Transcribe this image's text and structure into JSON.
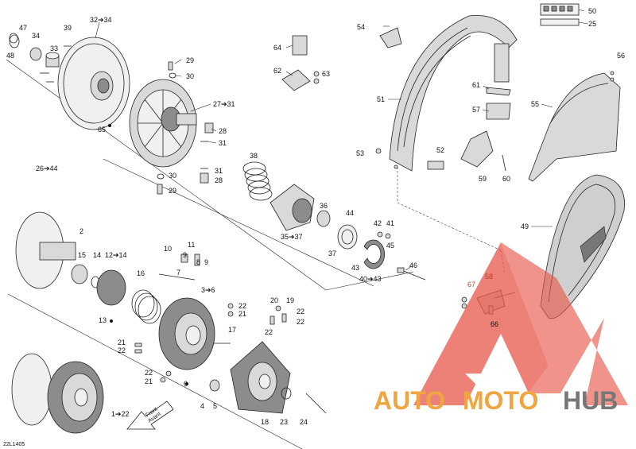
{
  "diagram_code": "22L1405",
  "callouts": {
    "c47": "47",
    "c48": "48",
    "c34": "34",
    "c33": "33",
    "c39": "39",
    "c32": "32➔34",
    "c29a": "29",
    "c30a": "30",
    "c27": "27➔31",
    "c28a": "28",
    "c31a": "31",
    "c65": "65",
    "c26": "26➔44",
    "c38": "38",
    "c31b": "31",
    "c28b": "28",
    "c30b": "30",
    "c29b": "29",
    "c36": "36",
    "c44": "44",
    "c42": "42",
    "c41": "41",
    "c35": "35➔37",
    "c37": "37",
    "c45": "45",
    "c43": "43",
    "c40": "40➔43",
    "c46": "46",
    "c2": "2",
    "c15": "15",
    "c14": "14",
    "c12": "12➔14",
    "c16": "16",
    "c13": "13",
    "c10": "10",
    "c11": "11",
    "c7": "7",
    "c8": "8",
    "c9": "9",
    "c3": "3➔6",
    "c22a": "22",
    "c21a": "21",
    "c20": "20",
    "c19": "19",
    "c22b": "22",
    "c22c": "22",
    "c17": "17",
    "c21b": "21",
    "c22d": "22",
    "c22e": "22",
    "c21c": "21",
    "c6": "6",
    "c4": "4",
    "c5": "5",
    "c18": "18",
    "c23": "23",
    "c24": "24",
    "c1": "1➔22",
    "c54": "54",
    "c50": "50",
    "c25": "25",
    "c64": "64",
    "c62": "62",
    "c63": "63",
    "c51": "51",
    "c61": "61",
    "c57": "57",
    "c55": "55",
    "c56": "56",
    "c53": "53",
    "c52": "52",
    "c59": "59",
    "c60": "60",
    "c49": "49",
    "c67": "67",
    "c58": "58",
    "c66": "66"
  },
  "front_arrow": {
    "line1": "Front",
    "line2": "Avant"
  },
  "watermark": {
    "auto": "AUTO",
    "moto": "MOTO",
    "hub": "HUB"
  },
  "colors": {
    "line": "#222222",
    "part_fill": "#d9d9d9",
    "watermark_red": "#e8584a",
    "watermark_orange": "#f0a640",
    "watermark_gray": "#777777"
  }
}
